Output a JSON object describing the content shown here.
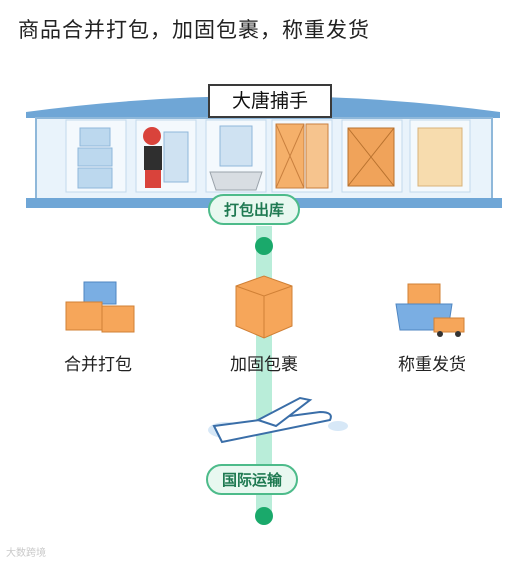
{
  "headline": "商品合并打包，加固包裹，称重发货",
  "warehouse": {
    "sign": "大唐捕手"
  },
  "stages": {
    "outbound": "打包出库",
    "shipping": "国际运输"
  },
  "steps": [
    {
      "label": "合并打包",
      "icon": "stacked-boxes-icon"
    },
    {
      "label": "加固包裹",
      "icon": "reinforced-package-icon"
    },
    {
      "label": "称重发货",
      "icon": "scale-truck-icon"
    }
  ],
  "watermark": "大数跨境",
  "colors": {
    "line": "#9be6c9",
    "accent": "#4dbb8a",
    "box": "#f6a65a",
    "roof": "#6fa6d6"
  }
}
